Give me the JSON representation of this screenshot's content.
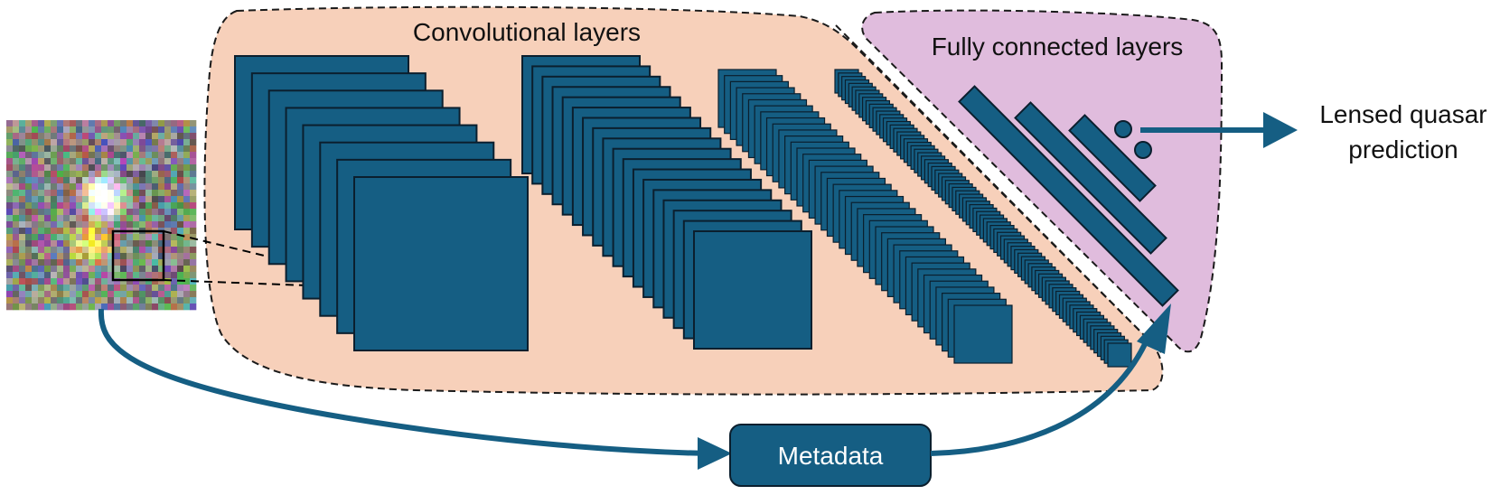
{
  "labels": {
    "convolutional": "Convolutional layers",
    "fully_connected": "Fully connected layers",
    "output_line1": "Lensed quasar",
    "output_line2": "prediction",
    "metadata": "Metadata"
  },
  "colors": {
    "layer_fill": "#155E83",
    "layer_stroke": "#0B1F2E",
    "arrow": "#155E83",
    "conv_region": "#F7D0BA",
    "fc_region": "#E0BCDD",
    "dashed_outline": "#1A1A1A"
  },
  "icons": {
    "input_image": "noisy-rgb-cutout-image",
    "zoom_box": "receptive-field-square"
  },
  "conv_stacks": [
    {
      "name": "conv-stack-1",
      "feature_maps": 8
    },
    {
      "name": "conv-stack-2",
      "feature_maps": 18
    },
    {
      "name": "conv-stack-3",
      "feature_maps": 40
    },
    {
      "name": "conv-stack-4",
      "feature_maps": 80
    }
  ],
  "fc_layers": 3,
  "output_nodes": 2
}
